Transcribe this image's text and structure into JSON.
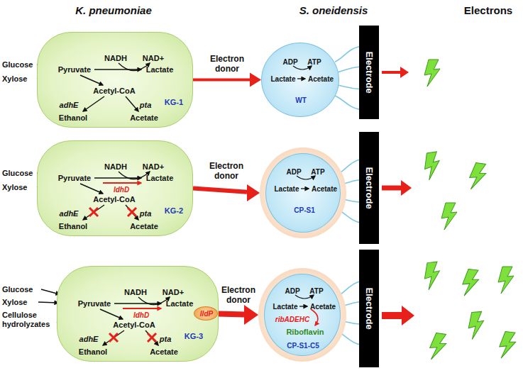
{
  "diagram": {
    "nodes": [
      {
        "text": [
          "NADH",
          "NAD+",
          "Pyruvate",
          "Lactate",
          "Acetyl-CoA",
          "adhE",
          "pta",
          "Ethanol",
          "Acetate",
          "KG-1"
        ]
      },
      {
        "text": [
          "ADP",
          "ATP",
          "Lactate",
          "Acetate",
          "WT"
        ]
      },
      {
        "text": [
          "Electrode"
        ]
      },
      {
        "text": [
          "NADH",
          "NAD+",
          "Pyruvate",
          "Lactate",
          "ldhD",
          "Acetyl-CoA",
          "adhE",
          "pta",
          "Ethanol",
          "Acetate",
          "KG-2"
        ]
      },
      {
        "text": [
          "ADP",
          "ATP",
          "Lactate",
          "Acetate",
          "CP-S1"
        ]
      },
      {
        "text": [
          "Electrode"
        ]
      },
      {
        "text": [
          "NADH",
          "NAD+",
          "Pyruvate",
          "Lactate",
          "ldhD",
          "Acetyl-CoA",
          "adhE",
          "pta",
          "Ethanol",
          "Acetate",
          "KG-3"
        ]
      },
      {
        "text": [
          "lldP"
        ],
        "in": 6
      },
      {
        "text": [
          "ADP",
          "ATP",
          "Lactate",
          "Acetate",
          "ribADEHC",
          "Riboflavin",
          "CP-S1-C5"
        ]
      },
      {
        "text": [
          "Electrode"
        ]
      }
    ],
    "edges": [
      {
        "from": 0,
        "to": 1,
        "label": "Electron donor",
        "arrow": "to"
      },
      {
        "from": 3,
        "to": 4,
        "label": "Electron donor",
        "arrow": "to"
      },
      {
        "from": 6,
        "to": 8,
        "label": "Electron donor",
        "arrow": "to"
      }
    ],
    "labels": [
      "K. pneumoniae",
      "S. oneidensis",
      "Electrons",
      "Glucose",
      "Xylose",
      "Glucose",
      "Xylose",
      "Glucose",
      "Xylose",
      "Cellulose hydrolyzates"
    ]
  }
}
